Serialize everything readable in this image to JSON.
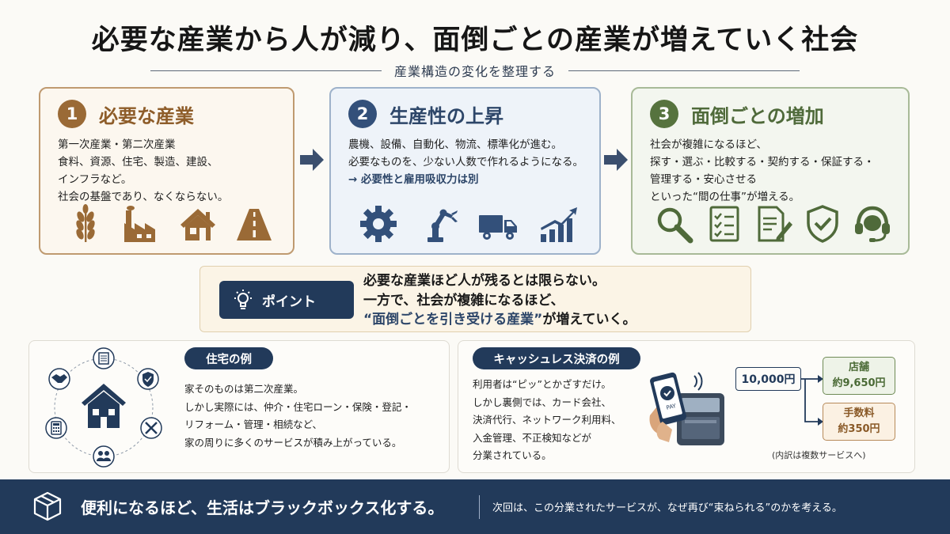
{
  "header": {
    "title": "必要な産業から人が減り、面倒ごとの産業が増えていく社会",
    "subtitle": "産業構造の変化を整理する"
  },
  "cards": [
    {
      "number": "1",
      "title": "必要な産業",
      "lines": [
        "第一次産業・第二次産業",
        "食料、資源、住宅、製造、建設、",
        "インフラなど。",
        "社会の基盤であり、なくならない。"
      ],
      "icons": [
        "wheat-icon",
        "factory-icon",
        "house-icon",
        "road-icon"
      ]
    },
    {
      "number": "2",
      "title": "生産性の上昇",
      "lines": [
        "農機、設備、自動化、物流、標準化が進む。",
        "必要なものを、少ない人数で作れるようになる。"
      ],
      "note": "→ 必要性と雇用吸収力は別",
      "icons": [
        "gear-icon",
        "robot-arm-icon",
        "truck-icon",
        "growth-chart-icon"
      ]
    },
    {
      "number": "3",
      "title": "面倒ごとの増加",
      "lines": [
        "社会が複雑になるほど、",
        "探す・選ぶ・比較する・契約する・保証する・",
        "管理する・安心させる",
        "といった“間の仕事”が増える。"
      ],
      "icons": [
        "search-icon",
        "checklist-icon",
        "contract-icon",
        "shield-check-icon",
        "headset-icon"
      ]
    }
  ],
  "point": {
    "label": "ポイント",
    "lines": [
      "必要な産業ほど人が残るとは限らない。",
      "一方で、社会が複雑になるほど、"
    ],
    "highlight": "“面倒ごとを引き受ける産業”",
    "tail": "が増えていく。"
  },
  "housing": {
    "tag": "住宅の例",
    "lines": [
      "家そのものは第二次産業。",
      "しかし実際には、仲介・住宅ローン・保険・登記・",
      "リフォーム・管理・相続など、",
      "家の周りに多くのサービスが積み上がっている。"
    ],
    "icons": [
      "house-icon",
      "document-icon",
      "shield-check-icon",
      "tools-icon",
      "people-icon",
      "calculator-icon",
      "handshake-icon"
    ]
  },
  "cashless": {
    "tag": "キャッシュレス決済の例",
    "lines": [
      "利用者は“ピッ”とかざすだけ。",
      "しかし裏側では、カード会社、",
      "決済代行、ネットワーク利用料、",
      "入金管理、不正検知などが",
      "分業されている。"
    ],
    "amount": "10,000円",
    "store_label": "店舗",
    "store_amount": "約9,650円",
    "fee_label": "手数料",
    "fee_amount": "約350円",
    "note": "(内訳は複数サービスへ)",
    "icons": [
      "phone-pay-icon",
      "card-terminal-icon"
    ]
  },
  "footer": {
    "main": "便利になるほど、生活はブラックボックス化する。",
    "sub": "次回は、この分業されたサービスが、なぜ再び“束ねられる”のかを考える。",
    "icon": "box-icon"
  },
  "colors": {
    "navy": "#223a5a",
    "brown": "#9a6a36",
    "blue": "#33507a",
    "green": "#56733e"
  }
}
